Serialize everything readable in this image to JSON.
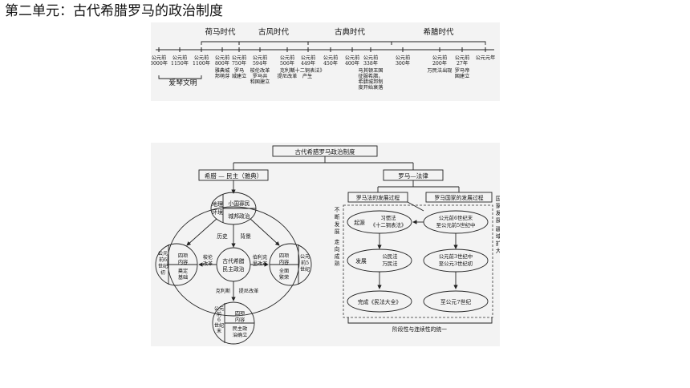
{
  "title": "第二单元：古代希腊罗马的政治制度",
  "timeline": {
    "periods": [
      {
        "label": "荷马时代"
      },
      {
        "label": "古风时代"
      },
      {
        "label": "古典时代"
      },
      {
        "label": "希腊时代"
      }
    ],
    "aegean_label": "爱琴文明",
    "ticks": [
      {
        "date": [
          "公元前",
          "3000年"
        ],
        "event": []
      },
      {
        "date": [
          "公元前",
          "1150年"
        ],
        "event": []
      },
      {
        "date": [
          "公元前",
          "1100年"
        ],
        "event": []
      },
      {
        "date": [
          "公元前",
          "800年"
        ],
        "event": [
          "雅典城",
          "邦萌芽"
        ]
      },
      {
        "date": [
          "公元前",
          "750年"
        ],
        "event": [
          "罗马",
          "城建立"
        ]
      },
      {
        "date": [
          "公元前",
          "594年"
        ],
        "event": [
          "梭伦改革",
          "罗马共",
          "和国建立"
        ]
      },
      {
        "date": [
          "公元前",
          "506年"
        ],
        "event": [
          "克利斯",
          "提尼改革"
        ]
      },
      {
        "date": [
          "公元前",
          "449年"
        ],
        "event": [
          "《十二铜表法》",
          "产生"
        ]
      },
      {
        "date": [
          "公元前",
          "450年"
        ],
        "event": []
      },
      {
        "date": [
          "公元前",
          "400年"
        ],
        "event": []
      },
      {
        "date": [
          "公元前",
          "338年"
        ],
        "event": [
          "马其顿王国",
          "征服希腊，",
          "希腊城邦制",
          "度开始衰落"
        ]
      },
      {
        "date": [
          "公元前",
          "300年"
        ],
        "event": []
      },
      {
        "date": [
          "公元前",
          "200年"
        ],
        "event": [
          "万民法出现"
        ]
      },
      {
        "date": [
          "公元前",
          "27年"
        ],
        "event": [
          "罗马帝",
          "国建立"
        ]
      },
      {
        "date": [
          "公元元年"
        ],
        "event": []
      }
    ]
  },
  "chart": {
    "root": "古代希腊罗马政治制度",
    "greece": {
      "header": "希腊 — 民主（雅典）",
      "env_left": [
        "地理",
        "环境"
      ],
      "env_right": [
        "小国寡民",
        "城邦政治"
      ],
      "history": "历史",
      "background": "背景",
      "left_circle": {
        "side": [
          "公元",
          "前6",
          "世纪",
          "初"
        ],
        "top": [
          "四项",
          "内容"
        ],
        "bottom": [
          "奠定",
          "基础"
        ]
      },
      "reform_left": [
        "梭伦",
        "改革"
      ],
      "center": [
        "古代希腊",
        "民主政治"
      ],
      "reform_right": [
        "伯利克",
        "里改革"
      ],
      "right_circle": {
        "top": [
          "四项",
          "内容"
        ],
        "bottom": [
          "全面",
          "繁荣"
        ],
        "side": [
          "公元",
          "前5",
          "世纪"
        ]
      },
      "kleisthenes": "克利斯",
      "kleisthenes_2": "提尼改革",
      "bottom_circle": {
        "side": [
          "公元",
          "前",
          "6",
          "世纪",
          "末"
        ],
        "top": [
          "四项",
          "内容"
        ],
        "bottom": [
          "民主政",
          "治确立"
        ]
      }
    },
    "rome": {
      "header": "罗马—法律",
      "law_process": "罗马法的发展过程",
      "state_process": "罗马国家的发展过程",
      "left_vertical": "不断发展",
      "left_vertical_2": "走向成熟",
      "right_vertical": "国家发展",
      "right_vertical_2": "疆域扩大",
      "origin": "起源",
      "origin_items": [
        "习惯法",
        "《十二铜表法》"
      ],
      "development": "发展",
      "development_items": [
        "公民法",
        "万民法"
      ],
      "completion": "完成《民法大全》",
      "state_items": [
        [
          "公元前6世纪末",
          "至公元前5世纪中"
        ],
        [
          "公元前3世纪中",
          "至公元3世纪初"
        ],
        [
          "至公元7世纪"
        ]
      ],
      "footer": "阶段性与连续性的统一"
    }
  }
}
